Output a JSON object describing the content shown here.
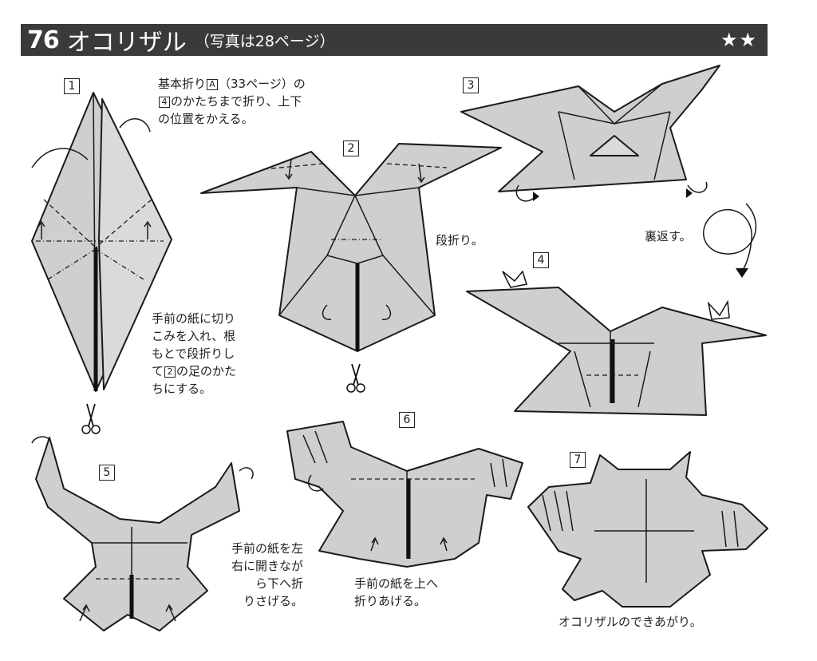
{
  "header": {
    "number": "76",
    "name": "オコリザル",
    "subtitle": "（写真は28ページ）",
    "difficulty": "★★"
  },
  "steps": [
    {
      "num": "1",
      "text": [
        "基本折り",
        "A",
        "（33ページ）の",
        "4",
        "のかたちまで折り、上下",
        "の位置をかえる。"
      ]
    },
    {
      "num": "2",
      "text": [
        "段折り。"
      ]
    },
    {
      "num": "3",
      "text": [
        "裏返す。"
      ]
    },
    {
      "num": "4",
      "text": []
    },
    {
      "num": "5",
      "text": [
        "手前の紙を左",
        "右に開きなが",
        "ら下へ折",
        "りさげる。"
      ]
    },
    {
      "num": "6",
      "text": [
        "手前の紙を上へ",
        "折りあげる。"
      ]
    },
    {
      "num": "7",
      "text": [
        "オコリザルのできあがり。"
      ]
    }
  ],
  "step1_cut_note": [
    "手前の紙に切り",
    "こみを入れ、根",
    "もとで段折りし",
    "て",
    "2",
    "の足のかた",
    "ちにする。"
  ],
  "icons": [
    "scissors-icon",
    "turn-over-arrow-icon",
    "valley-fold-arrow-icon",
    "mountain-fold-arrow-icon",
    "open-sink-icon"
  ]
}
